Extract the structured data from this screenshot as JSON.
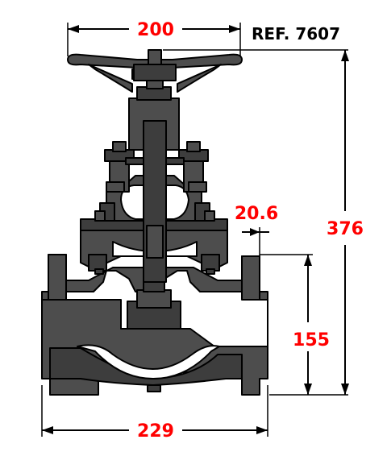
{
  "reference": "REF. 7607",
  "dimensions": {
    "handwheel_diameter": "200",
    "overall_height": "376",
    "flange_thickness": "20.6",
    "center_height": "155",
    "face_to_face": "229"
  },
  "colors": {
    "dimension_text": "#ff0000",
    "body_fill": "#4d4d4d",
    "outline": "#000000",
    "background": "#ffffff"
  }
}
